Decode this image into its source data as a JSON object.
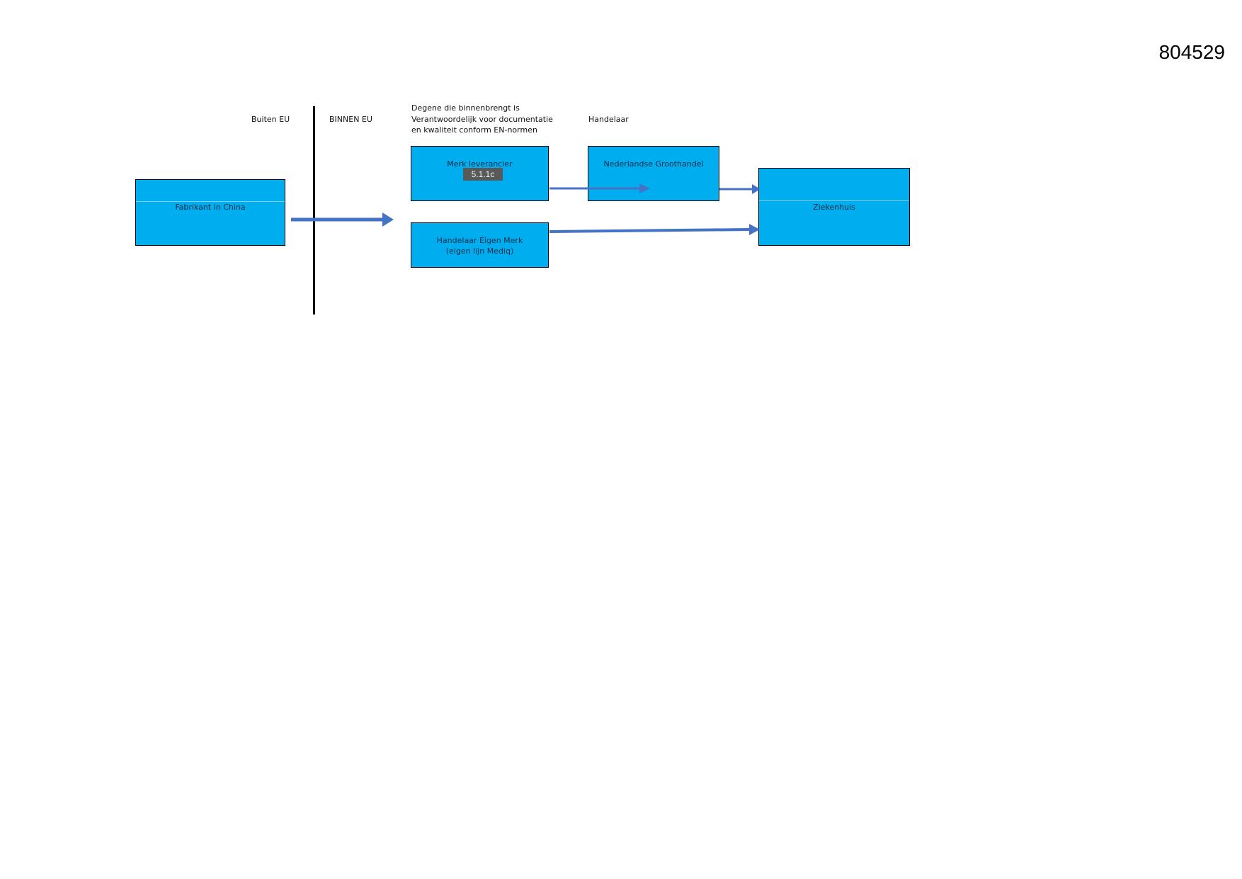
{
  "document_id": "804529",
  "labels": {
    "outside_eu": "Buiten EU",
    "inside_eu": "BINNEN EU",
    "responsibility": [
      "Degene die binnenbrengt is",
      "Verantwoordelijk voor documentatie",
      "en kwaliteit conform EN-normen"
    ],
    "trader": "Handelaar"
  },
  "nodes": {
    "manufacturer": "Fabrikant in China",
    "brand_supplier": "Merk leverancier",
    "brand_supplier_badge": "5.1.1c",
    "own_brand_trader": [
      "Handelaar Eigen Merk",
      "(eigen lijn Mediq)"
    ],
    "wholesaler": "Nederlandse  Groothandel",
    "hospital": "Ziekenhuis"
  },
  "colors": {
    "box_fill": "#00adef",
    "arrow": "#4472c4",
    "divider": "#000000"
  }
}
